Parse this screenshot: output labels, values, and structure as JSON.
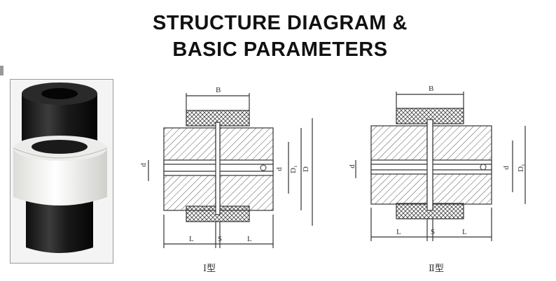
{
  "title": {
    "line1": "STRUCTURE DIAGRAM &",
    "line2": "BASIC PARAMETERS"
  },
  "diagram1": {
    "caption": "Ⅰ型",
    "labels": {
      "B": "B",
      "d": "d",
      "d1": "d",
      "D1": "D₁",
      "D": "D",
      "L_left": "L",
      "S": "S",
      "L_right": "L"
    }
  },
  "diagram2": {
    "caption": "Ⅱ型",
    "labels": {
      "B": "B",
      "d": "d",
      "d1": "d",
      "D1": "D₁",
      "L_left": "L",
      "S": "S",
      "L_right": "L"
    }
  },
  "colors": {
    "hub": "#1c1c1c",
    "sleeve": "#f6f6f4",
    "line": "#333333"
  },
  "icons": [
    "coupling-photo",
    "coupling-section-drawing"
  ]
}
